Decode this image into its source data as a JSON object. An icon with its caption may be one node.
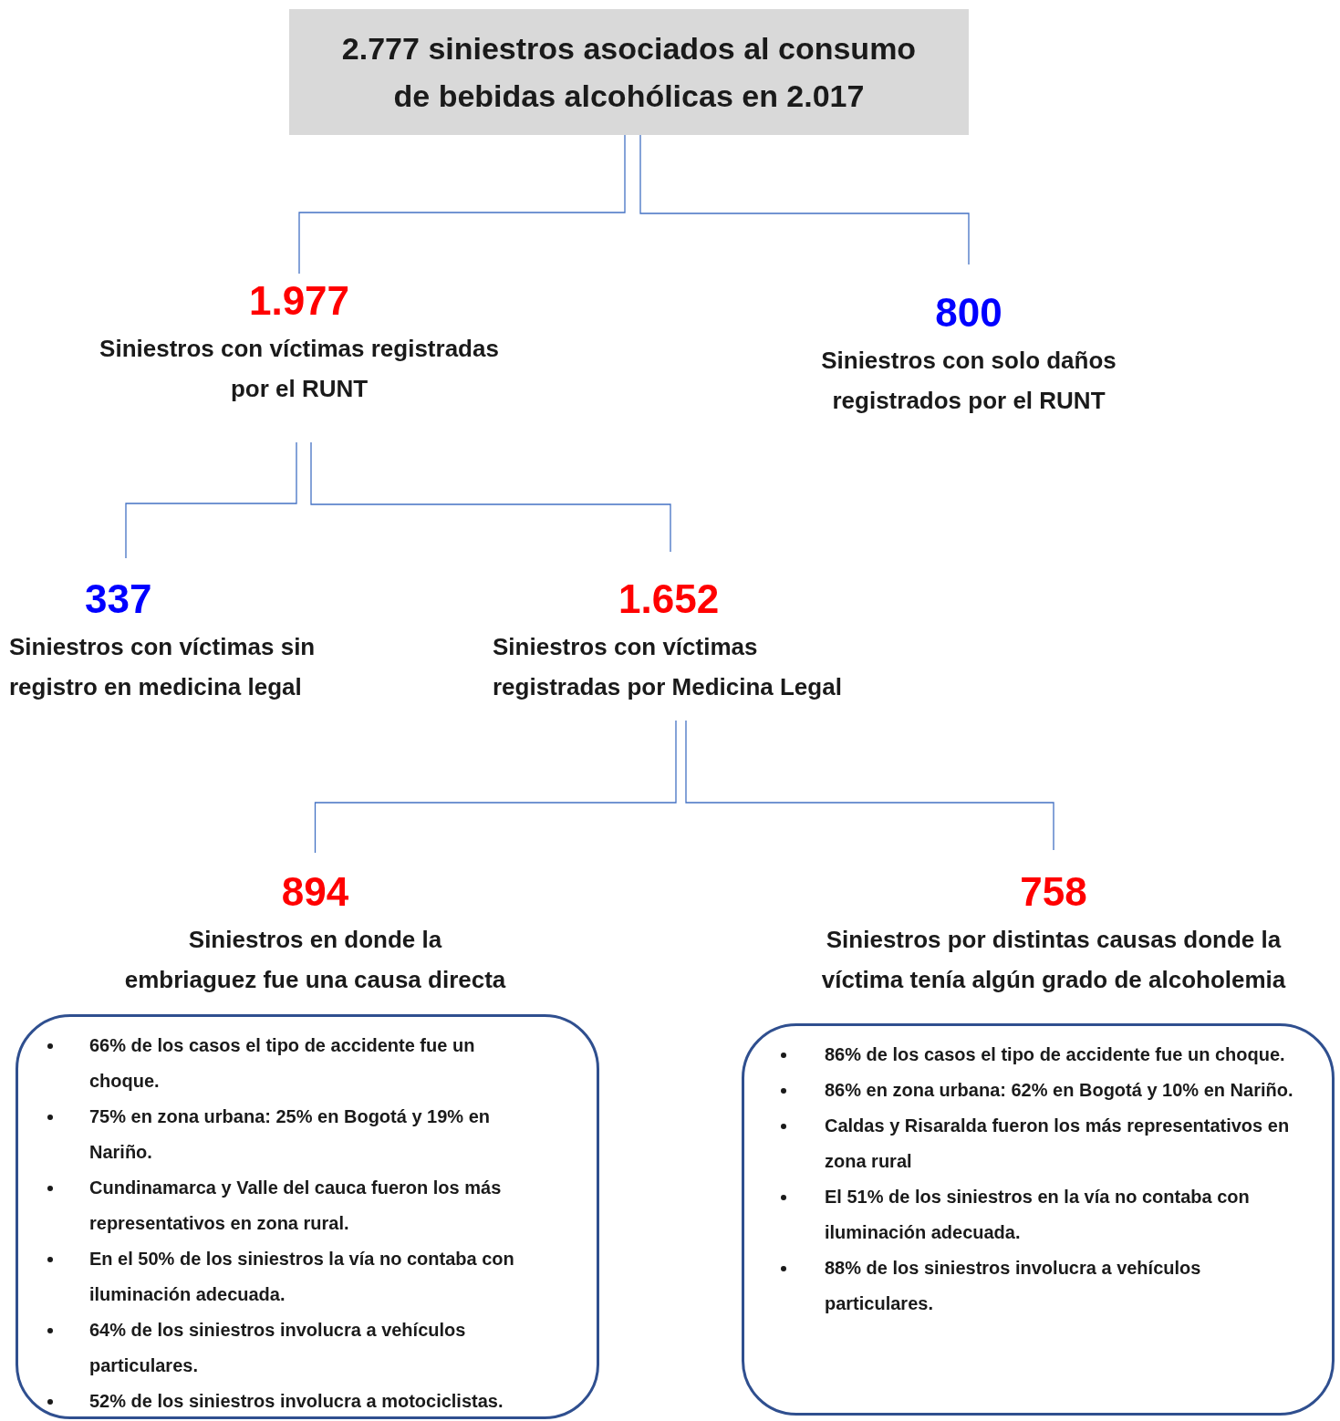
{
  "diagram": {
    "nodes": [
      {
        "text": [
          "2.777 siniestros asociados al consumo de bebidas alcohólicas en 2.017"
        ]
      },
      {
        "text": [
          "1.977",
          "Siniestros con víctimas registradas por el RUNT"
        ]
      },
      {
        "text": [
          "800",
          "Siniestros con solo daños registrados por el RUNT"
        ]
      },
      {
        "text": [
          "337",
          "Siniestros con víctimas sin registro en medicina legal"
        ]
      },
      {
        "text": [
          "1.652",
          "Siniestros con víctimas registradas por Medicina Legal"
        ]
      },
      {
        "text": [
          "894",
          "Siniestros en donde la embriaguez fue una causa directa"
        ]
      },
      {
        "text": [
          "758",
          "Siniestros por distintas causas donde la víctima tenía algún grado de alcoholemia"
        ]
      },
      {
        "text": [
          "66% de los casos el tipo de accidente fue un choque.",
          "75% en zona urbana: 25% en Bogotá y 19% en Nariño.",
          "Cundinamarca y Valle del cauca fueron los más representativos en zona rural.",
          "En el 50% de los siniestros la vía no contaba con iluminación adecuada.",
          "64% de los siniestros involucra a vehículos particulares.",
          "52% de los siniestros involucra a motociclistas."
        ]
      },
      {
        "text": [
          "86% de los casos el tipo de accidente fue un choque.",
          "86% en zona urbana: 62% en Bogotá y 10% en Nariño.",
          "Caldas y Risaralda fueron los más representativos en zona rural",
          "El 51% de los siniestros en la vía no contaba con iluminación adecuada.",
          "88% de los siniestros involucra a vehículos particulares."
        ]
      }
    ],
    "edges": [
      {
        "from": 0,
        "to": 1,
        "arrow": "none"
      },
      {
        "from": 0,
        "to": 2,
        "arrow": "none"
      },
      {
        "from": 1,
        "to": 3,
        "arrow": "none"
      },
      {
        "from": 1,
        "to": 4,
        "arrow": "none"
      },
      {
        "from": 4,
        "to": 5,
        "arrow": "none"
      },
      {
        "from": 4,
        "to": 6,
        "arrow": "none"
      }
    ]
  }
}
